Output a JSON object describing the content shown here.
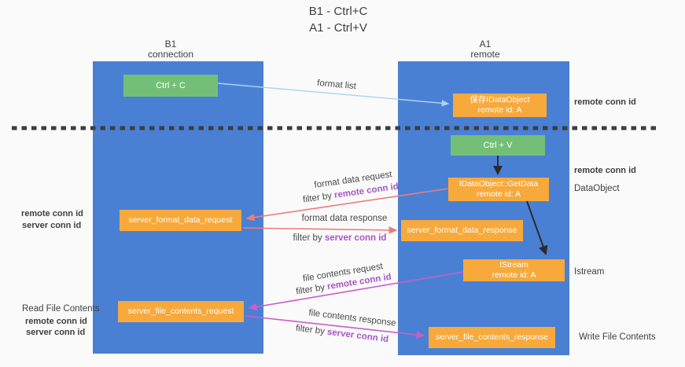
{
  "title": {
    "line1": "B1 - Ctrl+C",
    "line2": "A1 - Ctrl+V"
  },
  "lanes": {
    "left": {
      "title": "B1",
      "subtitle": "connection"
    },
    "right": {
      "title": "A1",
      "subtitle": "remote"
    }
  },
  "nodes": {
    "ctrl_c": {
      "label": "Ctrl + C"
    },
    "ctrl_v": {
      "label": "Ctrl + V"
    },
    "save_idataobject": {
      "line1": "保存IDataObject",
      "line2": "remote id: A"
    },
    "idataobject_getdata": {
      "line1": "IDataObject::GetData",
      "line2": "remote id: A"
    },
    "istream": {
      "line1": "IStream",
      "line2": "remote id: A"
    },
    "server_format_data_request": {
      "label": "server_format_data_request"
    },
    "server_format_data_response": {
      "label": "server_format_data_response"
    },
    "server_file_contents_request": {
      "label": "server_file_contents_request"
    },
    "server_file_contents_response": {
      "label": "server_file_contents_response"
    }
  },
  "edge_labels": {
    "format_list": "format list",
    "format_data_request": "format data request",
    "format_data_response": "format data response",
    "file_contents_request": "file contents request",
    "file_contents_response": "file contents response",
    "filter_by": "filter by ",
    "remote_conn_id": "remote conn id",
    "server_conn_id": "server conn id"
  },
  "side_labels": {
    "remote_conn_id": "remote conn id",
    "server_conn_id": "server conn id",
    "data_object": "DataObject",
    "istream": "Istream",
    "read_file_contents": "Read File Contents",
    "write_file_contents": "Write File Contents"
  },
  "colors": {
    "bg": "#fafafa",
    "lane_blue": "#4a80d4",
    "node_green": "#74bf77",
    "node_orange": "#f7a93c",
    "arrow_red": "#ed7c7c",
    "arrow_magenta": "#c75fc7",
    "arrow_blue": "#a8d4f0",
    "arrow_black": "#2b2b2b",
    "dash_color": "#3d3d3d",
    "text_purple": "#a855c8",
    "text_green": "#5eb25e",
    "text_dark": "#3f3f3f"
  }
}
